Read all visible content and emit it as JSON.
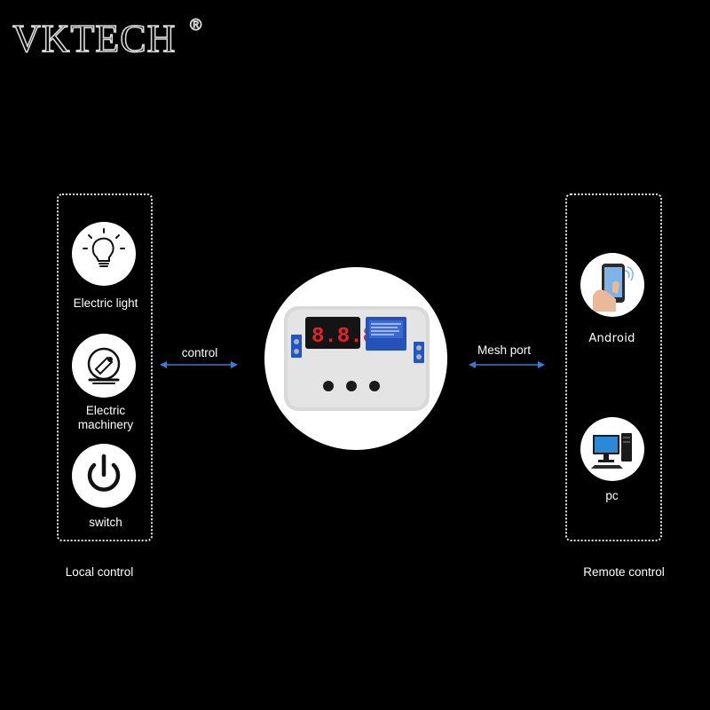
{
  "brand": {
    "logo_text": "VKTECH",
    "registered_mark": "®"
  },
  "local": {
    "items": [
      {
        "label": "Electric light",
        "icon": "lightbulb-icon"
      },
      {
        "label_line1": "Electric",
        "label_line2": "machinery",
        "icon": "machinery-icon"
      },
      {
        "label": "switch",
        "icon": "power-icon"
      }
    ],
    "caption": "Local control"
  },
  "remote": {
    "items": [
      {
        "label": "Android",
        "icon": "smartphone-icon"
      },
      {
        "label": "pc",
        "icon": "desktop-computer-icon"
      }
    ],
    "caption": "Remote control"
  },
  "connectors": {
    "left_label": "control",
    "right_label": "Mesh port",
    "arrow_color": "#3a7bd5"
  },
  "device": {
    "display_text": "8.8.8",
    "display_color": "#e8202a"
  }
}
